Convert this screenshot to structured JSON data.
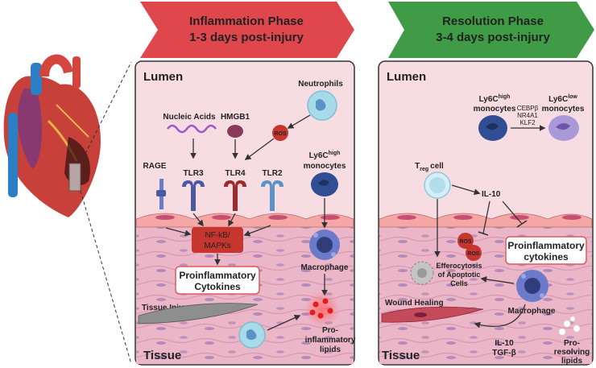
{
  "phases": {
    "inflammation": {
      "title": "Inflammation Phase",
      "subtitle": "1-3 days post-injury",
      "color": "#e0474c"
    },
    "resolution": {
      "title": "Resolution Phase",
      "subtitle": "3-4 days post-injury",
      "color": "#3f9b45"
    }
  },
  "left_panel": {
    "lumen": "Lumen",
    "tissue": "Tissue",
    "neutrophils": "Neutrophils",
    "nucleic_acids": "Nucleic Acids",
    "hmgb1": "HMGB1",
    "ros": "ROS",
    "rage": "RAGE",
    "tlr3": "TLR3",
    "tlr4": "TLR4",
    "tlr2": "TLR2",
    "ly6c_monocytes": "Ly6C",
    "ly6c_sup": "high",
    "monocytes_word": "monocytes",
    "nfkb_line1": "NF-kB/",
    "nfkb_line2": "MAPKs",
    "macrophage": "Macrophage",
    "cytokines_line1": "Proinflammatory",
    "cytokines_line2": "Cytokines",
    "tissue_injury": "Tissue Injury",
    "lipids_line1": "Pro-",
    "lipids_line2": "inflammatory",
    "lipids_line3": "lipids"
  },
  "right_panel": {
    "lumen": "Lumen",
    "tissue": "Tissue",
    "mono_high": "Ly6C",
    "mono_high_sup": "high",
    "mono_low": "Ly6C",
    "mono_low_sup": "low",
    "monocytes_word": "monocytes",
    "tf_1": "CEBPβ",
    "tf_2": "NR4A1",
    "tf_3": "KLF2",
    "treg": "T",
    "treg_sub": "reg",
    "treg_word": "cell",
    "il10": "IL-10",
    "ros": "ROS",
    "cytokines_line1": "Proinflammatory",
    "cytokines_line2": "cytokines",
    "efferocytosis_line1": "Efferocytosis",
    "efferocytosis_line2": "of Apoptotic",
    "efferocytosis_line3": "Cells",
    "wound_healing": "Wound Healing",
    "macrophage": "Macrophage",
    "il10_bottom": "IL-10",
    "tgfb": "TGF-β",
    "lipids_line1": "Pro-",
    "lipids_line2": "resolving",
    "lipids_line3": "lipids"
  },
  "colors": {
    "panel_bg": "#f7dde1",
    "tissue_bg": "#eab6c8",
    "accent_red": "#c7352f",
    "monocyte_blue": "#2f4e93",
    "mono_low_purple": "#8a77c8",
    "neutrophil": "#a8dbe9",
    "tlr3": "#4b5aa0",
    "tlr4": "#9e2b2b",
    "tlr2": "#5b93c9"
  }
}
